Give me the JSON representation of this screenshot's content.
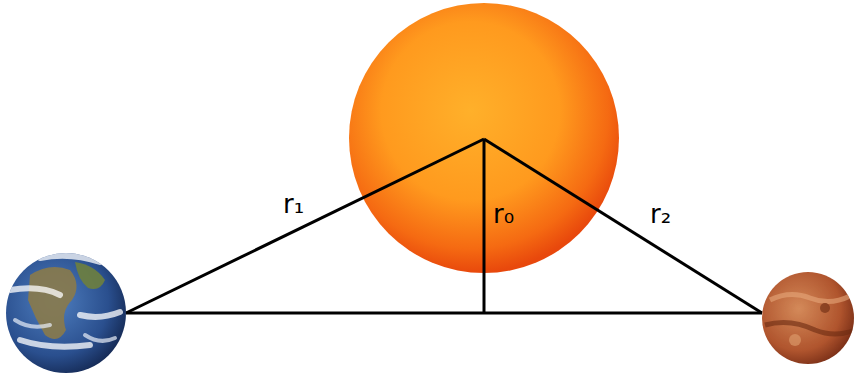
{
  "diagram": {
    "labels": [
      "r₁",
      "r₀",
      "r₂"
    ]
  }
}
